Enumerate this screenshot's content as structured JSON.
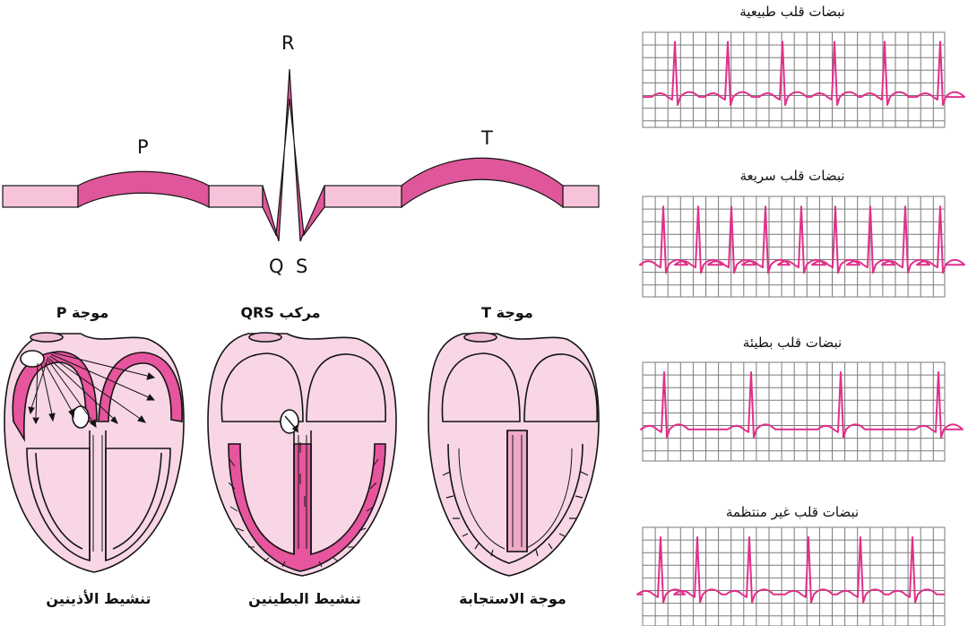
{
  "wave_labels": {
    "p": "P",
    "r": "R",
    "t": "T",
    "q": "Q",
    "s": "S"
  },
  "hearts": [
    {
      "title": "موجة P",
      "caption": "تنشيط الأذينين"
    },
    {
      "title": "مركب QRS",
      "caption": "تنشيط البطينين"
    },
    {
      "title": "موجة T",
      "caption": "موجة الاستجابة"
    }
  ],
  "strips": [
    {
      "title": "نبضات قلب طبيعية",
      "rhythm": "normal"
    },
    {
      "title": "نبضات قلب سريعة",
      "rhythm": "fast"
    },
    {
      "title": "نبضات قلب بطيئة",
      "rhythm": "slow"
    },
    {
      "title": "نبضات قلب غير منتظمة",
      "rhythm": "irregular"
    }
  ],
  "colors": {
    "wave_dark": "#e0569a",
    "wave_light": "#f7c3db",
    "heart_fill": "#f8d6e6",
    "heart_highlight": "#e6559d",
    "heart_line": "#141414",
    "grid": "#7a7a7a",
    "trace": "#e0308a"
  }
}
